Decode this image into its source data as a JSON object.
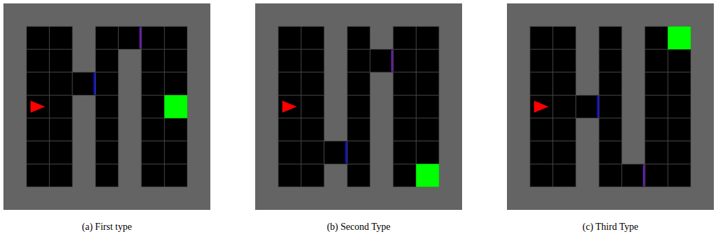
{
  "diagram": {
    "labels": [
      "(a) First type",
      "(b) Second Type",
      "(c) Third Type"
    ]
  }
}
